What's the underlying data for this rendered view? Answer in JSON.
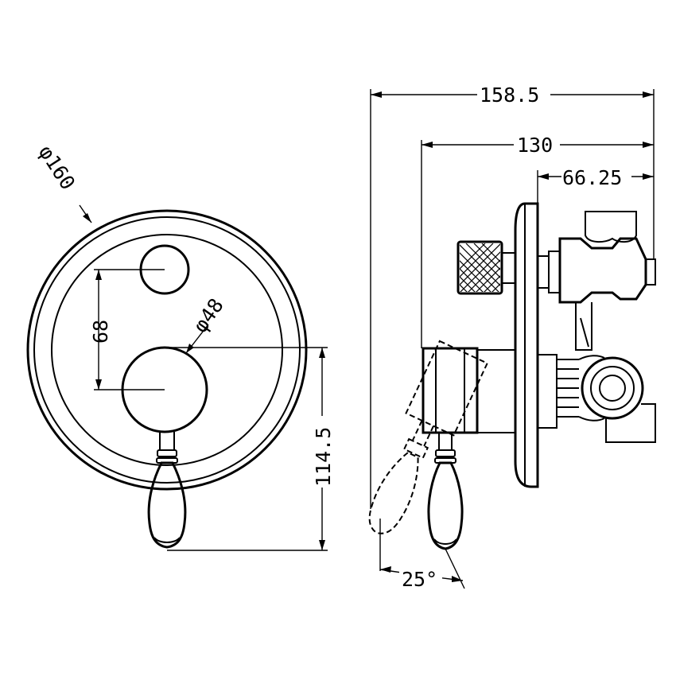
{
  "drawing": {
    "front_view": {
      "outer_diameter": "φ160",
      "handle_diameter": "φ48",
      "diverter_offset": "68",
      "height_to_lever_tip": "114.5"
    },
    "side_view": {
      "overall_depth": "158.5",
      "body_depth": "130",
      "valve_depth": "66.25",
      "lever_rotation": "25°"
    }
  }
}
